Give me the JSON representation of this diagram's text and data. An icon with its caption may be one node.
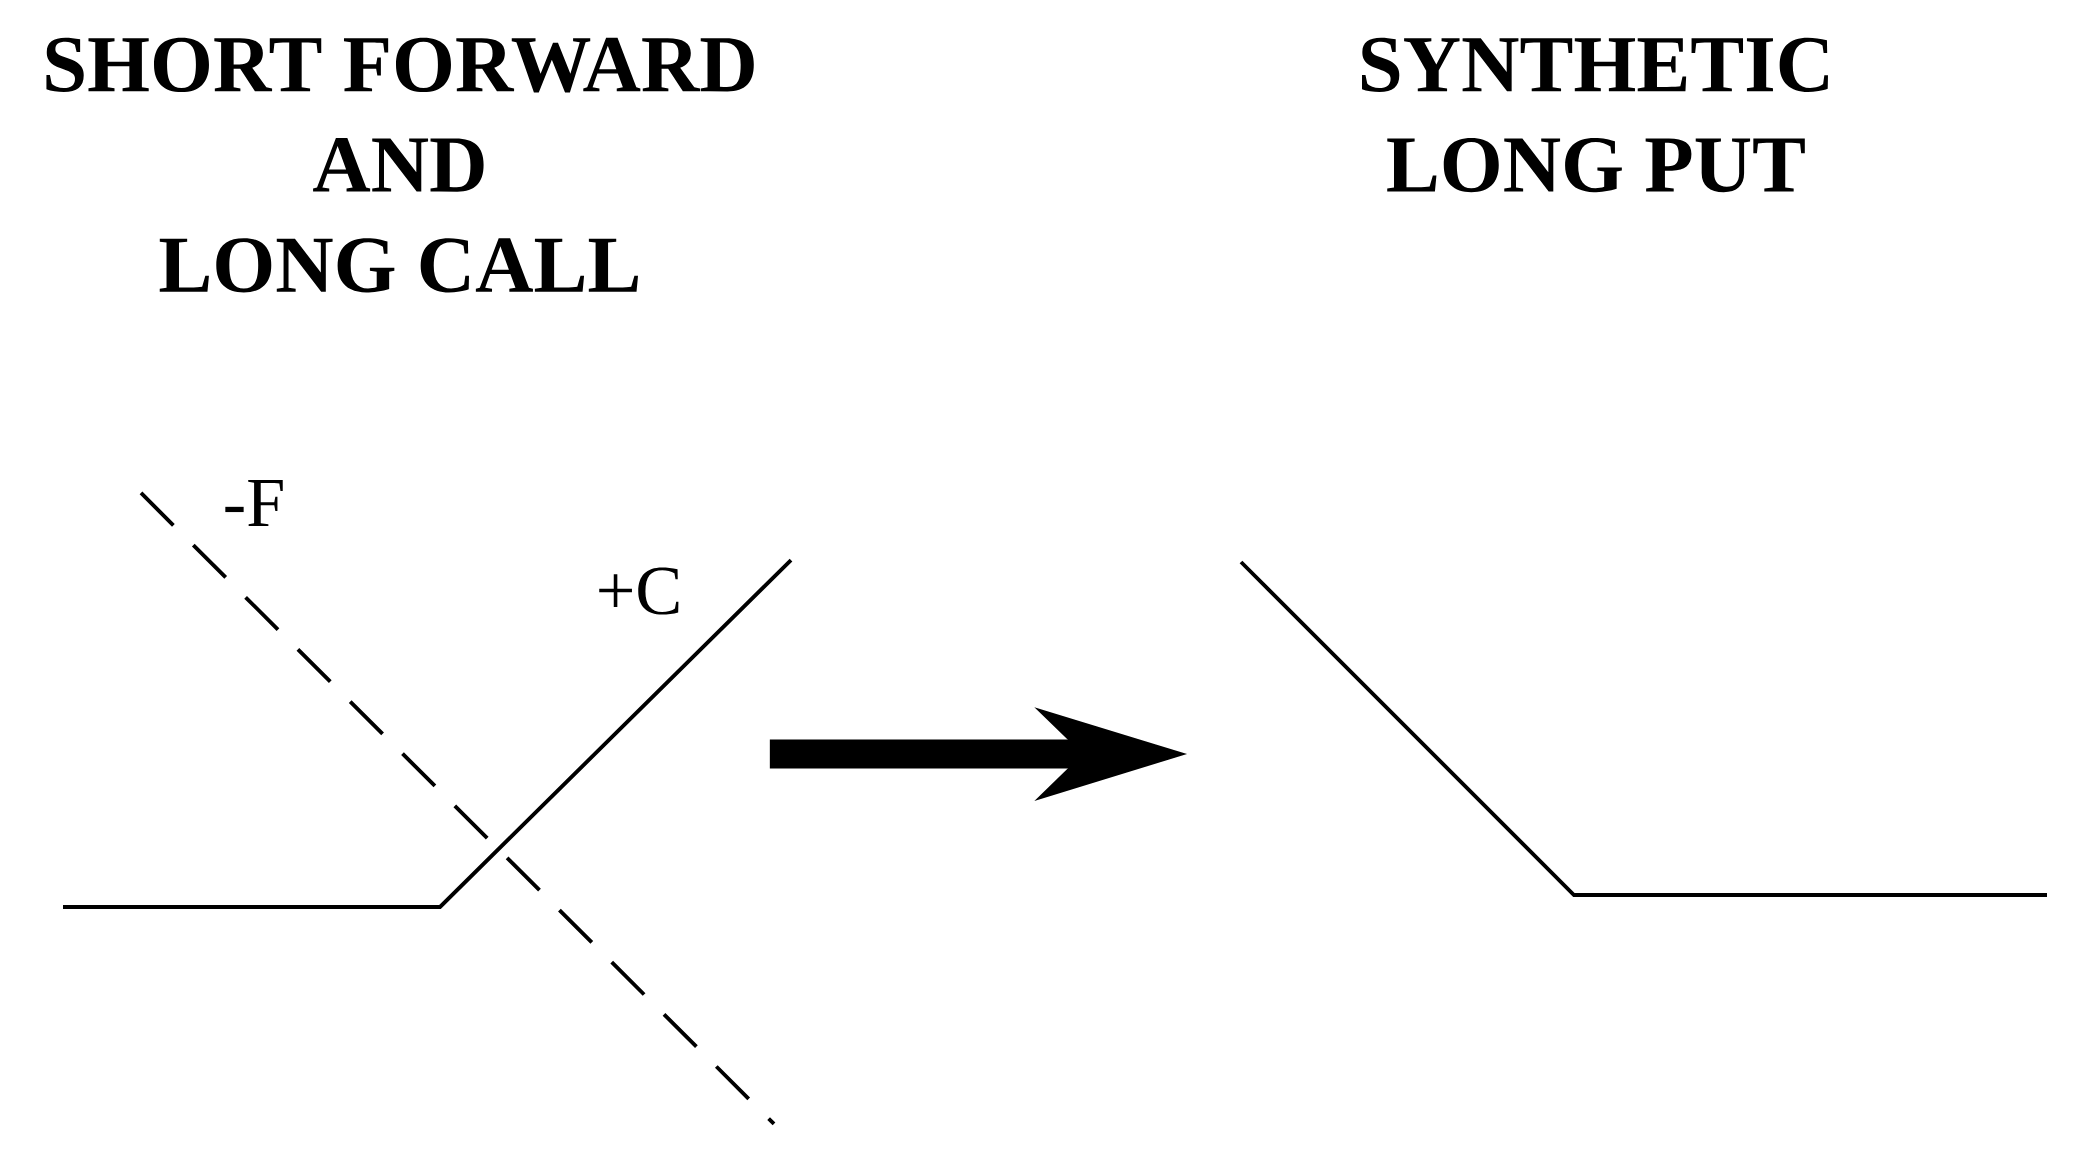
{
  "diagram": {
    "nodes": [
      {
        "text": [
          "SHORT FORWARD AND LONG CALL"
        ]
      },
      {
        "text": [
          "SYNTHETIC LONG PUT"
        ]
      }
    ],
    "edges": [
      {
        "from": 0,
        "to": 1,
        "arrow": "to"
      }
    ],
    "labels": [
      "-F",
      "+C"
    ]
  }
}
